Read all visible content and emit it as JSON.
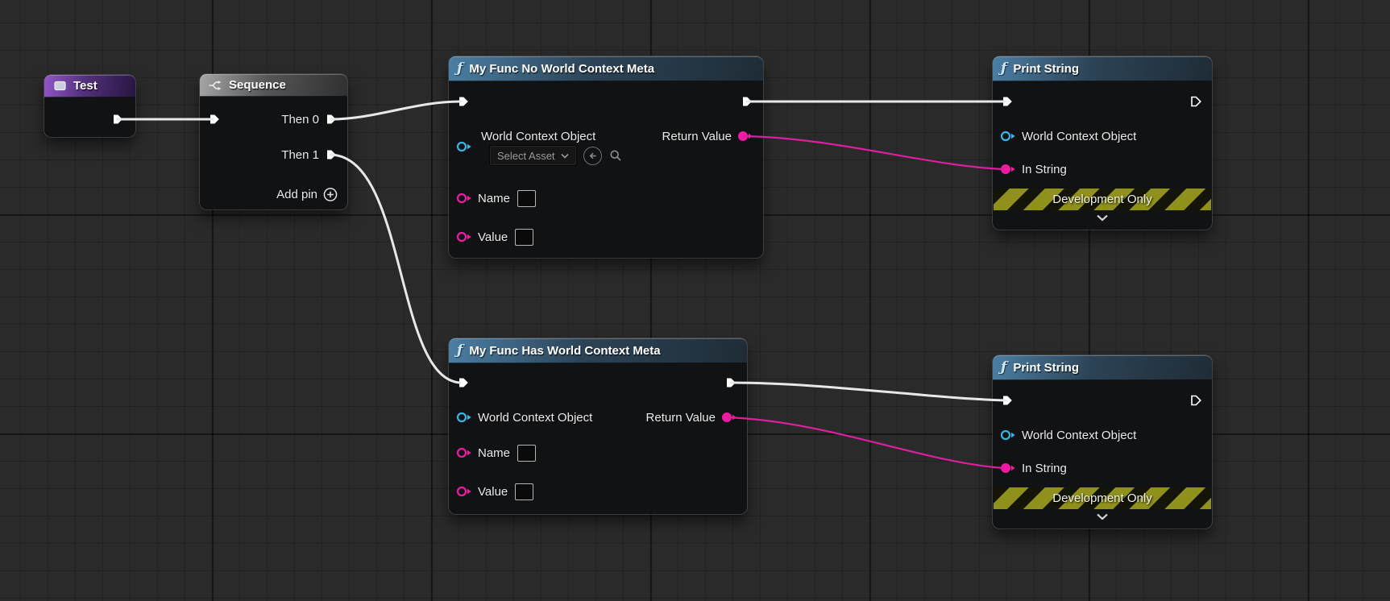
{
  "colors": {
    "pin_exec": "#ffffff",
    "pin_object": "#35b5e8",
    "pin_string": "#f01ba2",
    "wire_exec": "#e8e8e8",
    "wire_string": "#dc1f9e",
    "header_function": "#4b7fa5",
    "header_sequence": "#a6a6a6",
    "header_event": "#9157c9",
    "devonly_yellow": "#90901c",
    "devonly_dark": "#141408"
  },
  "nodes": {
    "test": {
      "title": "Test"
    },
    "sequence": {
      "title": "Sequence",
      "then0": "Then 0",
      "then1": "Then 1",
      "add_pin": "Add pin"
    },
    "func_no_wcm": {
      "title": "My Func No World Context Meta",
      "world_context_object": "World Context Object",
      "select_asset": "Select Asset",
      "name": "Name",
      "value": "Value",
      "return_value": "Return Value"
    },
    "func_has_wcm": {
      "title": "My Func Has World Context Meta",
      "world_context_object": "World Context Object",
      "name": "Name",
      "value": "Value",
      "return_value": "Return Value"
    },
    "print_string_top": {
      "title": "Print String",
      "world_context_object": "World Context Object",
      "in_string": "In String",
      "development_only": "Development Only"
    },
    "print_string_bottom": {
      "title": "Print String",
      "world_context_object": "World Context Object",
      "in_string": "In String",
      "development_only": "Development Only"
    }
  }
}
